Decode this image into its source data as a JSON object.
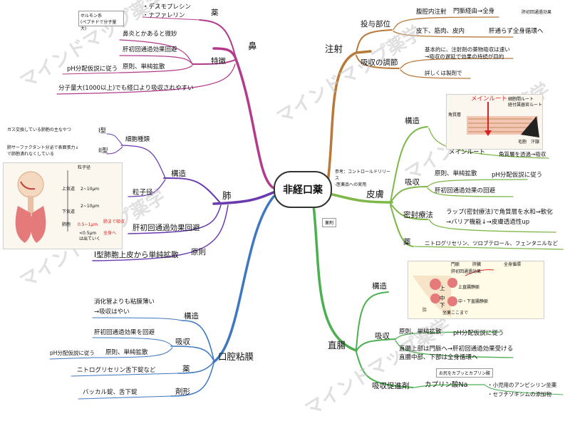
{
  "center": "非経口薬",
  "watermark": "マインドマップ薬学",
  "colors": {
    "nose": "#b33b8c",
    "lung": "#6a3ab0",
    "oral": "#3f78c0",
    "inj": "#b87a3a",
    "skin": "#7fb84a",
    "rect": "#4caf50",
    "red": "#e02020"
  },
  "nose": {
    "label": "鼻",
    "drug_label": "薬",
    "drugs": [
      "・デスモプレシン",
      "・ナファレリン"
    ],
    "drug_note": [
      "ホルモン系",
      "(ペプチドで分子量大)"
    ],
    "feature_label": "特徴",
    "features": [
      "鼻炎とかあると微妙",
      "肝初回通過効果回避",
      "原則、単純拡散"
    ],
    "ph_note": "pH分配仮説に従う",
    "mw_note": "分子量大(1000以上)でも経口より吸収されやすい"
  },
  "lung": {
    "label": "肺",
    "struct_label": "構造",
    "cell_label": "細胞種類",
    "cell_i": "I型",
    "cell_i_desc": "ガス交換している肺胞の主なやつ",
    "cell_ii": "II型",
    "cell_ii_desc": [
      "肺サーファクタント分泌で表面張力↓",
      "で肺胞潰れなくしている"
    ],
    "particle_label": "粒子径",
    "fig": {
      "title": "粒子径",
      "upper": "上気道",
      "upper_v": "2~10μm",
      "lower": "下気道",
      "lower_v": "2~10μm",
      "alv": "肺胞",
      "alv_v": "0.5~1μm",
      "small": "<0.5μm",
      "small2": "は出ていく",
      "note": "肺まで吸収",
      "note2": "全身へ"
    },
    "fp_avoid": "肝初回通過効果回避",
    "principle_label": "原則",
    "principle": "I型肺胞上皮から単純拡散"
  },
  "oral": {
    "label": "口腔粘膜",
    "struct_label": "構造",
    "struct_desc": [
      "消化管よりも粘膜薄い",
      "→吸収はやい"
    ],
    "abs_label": "吸収",
    "abs_fp": "肝初回通過効果を回避",
    "abs_principle": "原則、単純拡散",
    "abs_ph": "pH分配仮説に従う",
    "drug_label": "薬",
    "drug": "ニトログリセリン舌下錠など",
    "form_label": "剤形",
    "form": "バッカル錠、舌下錠"
  },
  "inj": {
    "label": "注射",
    "site_label": "投与部位",
    "site1": "腹腔内注射",
    "site1_desc": "門脈経由→全身",
    "site1_note": "肝初回通過効果",
    "site2": "皮下、筋肉、皮内",
    "site2_desc": "肝通らず全身循環へ",
    "adj_label": "吸収の調節",
    "adj1": [
      "基本的に、注射剤の薬物吸収は速い",
      "→吸収の遅延で効果の持続が目的"
    ],
    "adj2": "詳しくは製剤で"
  },
  "skin": {
    "label": "皮膚",
    "ref": [
      "参考：コントロールドリリース",
      "-医薬品への実用"
    ],
    "drug_tag": "薬剤",
    "struct_label": "構造",
    "fig": {
      "main": "メインルート",
      "layer": "角質層",
      "follicle": "毛胞",
      "gland": "汗腺",
      "sub": "細胞間ルート",
      "sub2": "経付属器官ルート"
    },
    "main_route_label": "メインルート",
    "main_route_desc": "角質層を透過→吸収",
    "abs_label": "吸収",
    "abs_principle": "原則、単純拡散",
    "abs_ph": "pH分配仮説に従う",
    "abs_fp": "肝初回通過効果の回避",
    "occ_label": "密封療法",
    "occ_desc": [
      "ラップ(密封療法)で角質層を水和→軟化",
      "→バリア機能↓→皮膚透過性up"
    ],
    "drug_label": "薬",
    "drugs": "ニトログリセリン、ツロブテロール、フェンタニルなど"
  },
  "rect": {
    "label": "直腸",
    "struct_label": "構造",
    "fig": {
      "portal": "門脈",
      "liver": "肝臓",
      "systemic": "全身循環",
      "fp": "肝初回通過効果",
      "upper": "上",
      "upper_v": "上直腸静脈",
      "mid": "中",
      "mid_v": "中・下直腸静脈",
      "lower": "下",
      "anus": "肛",
      "note": "坐薬ここまで"
    },
    "abs_label": "吸収",
    "abs_principle": "原則、単純拡散",
    "abs_ph": "pH分配仮説に従う",
    "abs_desc": [
      "直腸上部は門脈へ→肝初回通過効果受ける",
      "直腸中部、下部は全身循環へ"
    ],
    "prom_label": "吸収促進剤",
    "prom_drug": "カプリン酸Na",
    "prom_tag": "お尻をカプッとカプリン酸",
    "prom_list": [
      "・小児用のアンピシリン坐薬",
      "・セフチゾキシムの添加物"
    ]
  }
}
